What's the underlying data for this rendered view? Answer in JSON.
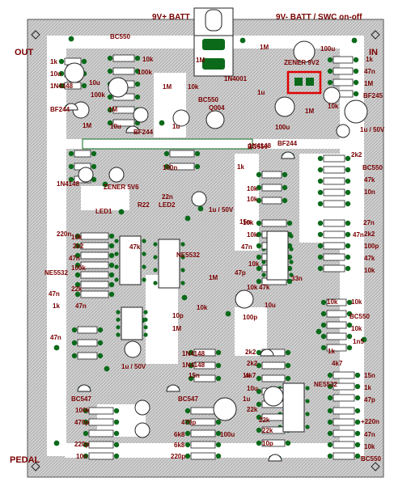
{
  "connectors": {
    "batt_plus": "9V+ BATT",
    "batt_minus": "9V- BATT / SWC on-off",
    "out": "OUT",
    "in": "IN",
    "pedal": "PEDAL"
  },
  "labels": [
    {
      "id": "L1",
      "t": "1k"
    },
    {
      "id": "L2",
      "t": "10u"
    },
    {
      "id": "L3",
      "t": "1N4148"
    },
    {
      "id": "L4",
      "t": "BF244"
    },
    {
      "id": "L5",
      "t": "BC550"
    },
    {
      "id": "L6",
      "t": "10k"
    },
    {
      "id": "L7",
      "t": "100k"
    },
    {
      "id": "L8",
      "t": "10u"
    },
    {
      "id": "L9",
      "t": "100k"
    },
    {
      "id": "L10",
      "t": "1M"
    },
    {
      "id": "L11",
      "t": "1M"
    },
    {
      "id": "L12",
      "t": "10u"
    },
    {
      "id": "L13",
      "t": "1M"
    },
    {
      "id": "L14",
      "t": "BF244"
    },
    {
      "id": "L15",
      "t": "1u"
    },
    {
      "id": "L16",
      "t": "BC550"
    },
    {
      "id": "L17",
      "t": "Q004"
    },
    {
      "id": "L18",
      "t": "1N4001"
    },
    {
      "id": "L19",
      "t": "10k"
    },
    {
      "id": "L20",
      "t": "1M"
    },
    {
      "id": "L21",
      "t": "1u"
    },
    {
      "id": "L22",
      "t": "ZENER 9V2"
    },
    {
      "id": "L23",
      "t": "100u"
    },
    {
      "id": "L24",
      "t": "100u"
    },
    {
      "id": "L25",
      "t": "1k"
    },
    {
      "id": "L26",
      "t": "47n"
    },
    {
      "id": "L27",
      "t": "1M"
    },
    {
      "id": "L28",
      "t": "1M"
    },
    {
      "id": "L29",
      "t": "BF245"
    },
    {
      "id": "L30",
      "t": "10k"
    },
    {
      "id": "L31",
      "t": "1u / 50V"
    },
    {
      "id": "L32",
      "t": "1N4148"
    },
    {
      "id": "L33",
      "t": "ZENER 5V6"
    },
    {
      "id": "L34",
      "t": "100n"
    },
    {
      "id": "L35",
      "t": "22n"
    },
    {
      "id": "L36",
      "t": "1u / 50V"
    },
    {
      "id": "L37",
      "t": "1N4148"
    },
    {
      "id": "L38",
      "t": "BF244"
    },
    {
      "id": "L39",
      "t": "1k"
    },
    {
      "id": "L40",
      "t": "10k"
    },
    {
      "id": "L41",
      "t": "10k"
    },
    {
      "id": "L42",
      "t": "BC550"
    },
    {
      "id": "L43",
      "t": "47k"
    },
    {
      "id": "L44",
      "t": "10n"
    },
    {
      "id": "L45",
      "t": "10k"
    },
    {
      "id": "L46",
      "t": "10k"
    },
    {
      "id": "L47",
      "t": "27n"
    },
    {
      "id": "L48",
      "t": "2k2"
    },
    {
      "id": "L49",
      "t": "100p"
    },
    {
      "id": "L50",
      "t": "47k"
    },
    {
      "id": "L51",
      "t": "10k"
    },
    {
      "id": "L52",
      "t": "LED1"
    },
    {
      "id": "L53",
      "t": "LED2"
    },
    {
      "id": "L54",
      "t": "R22"
    },
    {
      "id": "L55",
      "t": "220n"
    },
    {
      "id": "L56",
      "t": "2k2"
    },
    {
      "id": "L57",
      "t": "47n"
    },
    {
      "id": "L58",
      "t": "100k"
    },
    {
      "id": "L59",
      "t": "22k"
    },
    {
      "id": "L60",
      "t": "NE5532"
    },
    {
      "id": "L61",
      "t": "NE5532"
    },
    {
      "id": "L62",
      "t": "47n"
    },
    {
      "id": "L63",
      "t": "1M"
    },
    {
      "id": "L64",
      "t": "47p"
    },
    {
      "id": "L65",
      "t": "15n"
    },
    {
      "id": "L66",
      "t": "10k"
    },
    {
      "id": "L67",
      "t": "47n"
    },
    {
      "id": "L68",
      "t": "10k"
    },
    {
      "id": "L69",
      "t": "10k"
    },
    {
      "id": "L70",
      "t": "33n"
    },
    {
      "id": "L71",
      "t": "47k"
    },
    {
      "id": "L72",
      "t": "10p"
    },
    {
      "id": "L73",
      "t": "10k"
    },
    {
      "id": "L74",
      "t": "100p"
    },
    {
      "id": "L75",
      "t": "10u"
    },
    {
      "id": "L76",
      "t": "47n"
    },
    {
      "id": "L77",
      "t": "47n"
    },
    {
      "id": "L78",
      "t": "1u / 50V"
    },
    {
      "id": "L79",
      "t": "10k"
    },
    {
      "id": "L80",
      "t": "BC550"
    },
    {
      "id": "L81",
      "t": "10k"
    },
    {
      "id": "L82",
      "t": "1n5"
    },
    {
      "id": "L83",
      "t": "1N4148"
    },
    {
      "id": "L84",
      "t": "1N4148"
    },
    {
      "id": "L85",
      "t": "15n"
    },
    {
      "id": "L86",
      "t": "2k2"
    },
    {
      "id": "L87",
      "t": "2k2"
    },
    {
      "id": "L88",
      "t": "1k"
    },
    {
      "id": "L89",
      "t": "15n"
    },
    {
      "id": "L90",
      "t": "1k"
    },
    {
      "id": "L91",
      "t": "47p"
    },
    {
      "id": "L92",
      "t": "BC547"
    },
    {
      "id": "L93",
      "t": "BC547"
    },
    {
      "id": "L94",
      "t": "100k"
    },
    {
      "id": "L95",
      "t": "470p"
    },
    {
      "id": "L96",
      "t": "470p"
    },
    {
      "id": "L97",
      "t": "1u"
    },
    {
      "id": "L98",
      "t": "100u"
    },
    {
      "id": "L99",
      "t": "NE5532"
    },
    {
      "id": "L100",
      "t": "220p"
    },
    {
      "id": "L101",
      "t": "10n"
    },
    {
      "id": "L102",
      "t": "220p"
    },
    {
      "id": "L103",
      "t": "+220n"
    },
    {
      "id": "L104",
      "t": "47n"
    },
    {
      "id": "L105",
      "t": "10k"
    },
    {
      "id": "L106",
      "t": "BC550"
    },
    {
      "id": "L107",
      "t": "1M"
    },
    {
      "id": "L108",
      "t": "BC550"
    },
    {
      "id": "L109",
      "t": "2k2"
    },
    {
      "id": "L110",
      "t": "47k"
    },
    {
      "id": "L111",
      "t": "47n"
    },
    {
      "id": "L112",
      "t": "10k"
    },
    {
      "id": "L113",
      "t": "1k"
    },
    {
      "id": "L114",
      "t": "22k"
    },
    {
      "id": "L115",
      "t": "10p"
    },
    {
      "id": "L116",
      "t": "1M"
    },
    {
      "id": "L117",
      "t": "6k8"
    },
    {
      "id": "L118",
      "t": "6k8"
    },
    {
      "id": "L119",
      "t": "1k"
    },
    {
      "id": "L120",
      "t": "22k"
    },
    {
      "id": "L121",
      "t": "22k"
    },
    {
      "id": "L122",
      "t": "10u"
    },
    {
      "id": "L123",
      "t": "4k7"
    },
    {
      "id": "L124",
      "t": "4k7"
    }
  ]
}
